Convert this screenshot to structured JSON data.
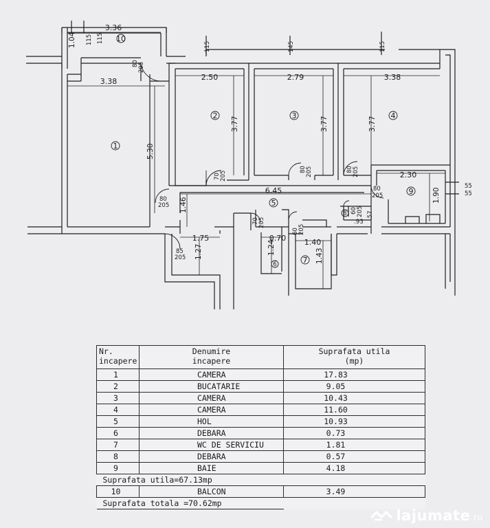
{
  "plan": {
    "balcony_dims": {
      "width": "3.36",
      "height": "1.04",
      "wall_label": "115"
    },
    "wall_labels": [
      "115",
      "115",
      "145",
      "115"
    ],
    "right_wall_labels": [
      "55",
      "55"
    ],
    "rooms": {
      "r1": {
        "num": "1",
        "w": "3.38",
        "h": "5.30"
      },
      "r2": {
        "num": "2",
        "w": "2.50",
        "h": "3.77"
      },
      "r3": {
        "num": "3",
        "w": "2.79",
        "h": "3.77"
      },
      "r4": {
        "num": "4",
        "w": "3.38",
        "h": "3.77"
      },
      "r5": {
        "num": "5",
        "w": "6.45",
        "h": "1.46"
      },
      "r6": {
        "num": "6",
        "w": "0.70",
        "h": "1.24"
      },
      "r7": {
        "num": "7",
        "w": "1.40",
        "h": "1.43"
      },
      "r8": {
        "num": "8",
        "w": ".93",
        "h": ".57"
      },
      "r9": {
        "num": "9",
        "w": "2.30",
        "h": "1.90"
      },
      "r10": {
        "num": "10"
      },
      "hall_ext": {
        "w": "1.75",
        "h": "1.27"
      }
    },
    "doors": [
      {
        "w": "80",
        "h": "205"
      },
      {
        "w": "70",
        "h": "205"
      },
      {
        "w": "80",
        "h": "205"
      },
      {
        "w": "80",
        "h": "205"
      },
      {
        "w": "80",
        "h": "205"
      },
      {
        "w": "80",
        "h": "205"
      },
      {
        "w": "85",
        "h": "205"
      },
      {
        "w": "70",
        "h": "205"
      },
      {
        "w": "60",
        "h": "205"
      },
      {
        "w": "60",
        "h": "205"
      }
    ]
  },
  "table": {
    "header": {
      "nr": "Nr.\nincapere",
      "name": "Denumire\nincapere",
      "area": "Suprafata utila\n(mp)"
    },
    "rows": [
      {
        "nr": "1",
        "name": "CAMERA",
        "area": "17.83"
      },
      {
        "nr": "2",
        "name": "BUCATARIE",
        "area": "9.05"
      },
      {
        "nr": "3",
        "name": "CAMERA",
        "area": "10.43"
      },
      {
        "nr": "4",
        "name": "CAMERA",
        "area": "11.60"
      },
      {
        "nr": "5",
        "name": "HOL",
        "area": "10.93"
      },
      {
        "nr": "6",
        "name": "DEBARA",
        "area": "0.73"
      },
      {
        "nr": "7",
        "name": "WC DE SERVICIU",
        "area": "1.81"
      },
      {
        "nr": "8",
        "name": "DEBARA",
        "area": "0.57"
      },
      {
        "nr": "9",
        "name": "BAIE",
        "area": "4.18"
      }
    ],
    "subtotal": "Suprafata utila=67.13mp",
    "balcony_row": {
      "nr": "10",
      "name": "BALCON",
      "area": "3.49"
    },
    "total": "Suprafata totala =70.62mp"
  },
  "watermark": {
    "brand": "lajumate",
    "tld": ".ro"
  }
}
